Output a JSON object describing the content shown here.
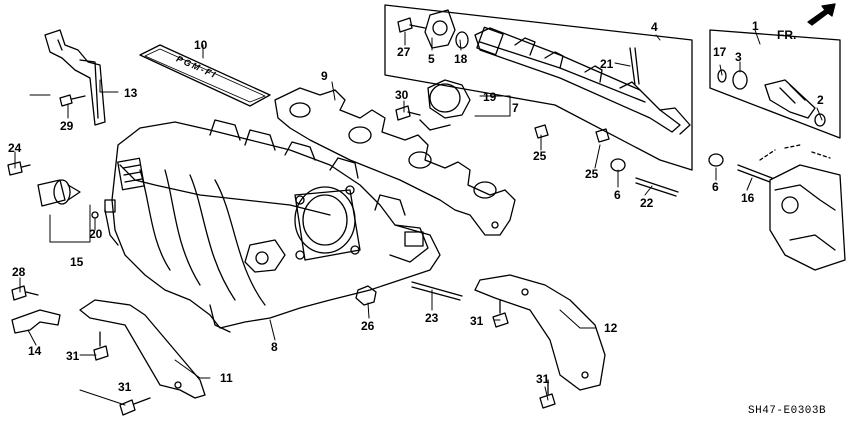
{
  "diagram": {
    "code": "SH47-E0303B",
    "direction_label": "FR.",
    "badge_text": "PGM-FI",
    "callouts": {
      "c1": "1",
      "c2": "2",
      "c3": "3",
      "c4": "4",
      "c5": "5",
      "c6a": "6",
      "c6b": "6",
      "c7": "7",
      "c8": "8",
      "c9": "9",
      "c10": "10",
      "c11": "11",
      "c12": "12",
      "c13": "13",
      "c14": "14",
      "c15": "15",
      "c16": "16",
      "c17": "17",
      "c18": "18",
      "c19": "19",
      "c20": "20",
      "c21": "21",
      "c22": "22",
      "c23": "23",
      "c24": "24",
      "c25a": "25",
      "c25b": "25",
      "c26": "26",
      "c27": "27",
      "c28": "28",
      "c29": "29",
      "c30": "30",
      "c31a": "31",
      "c31b": "31",
      "c31c": "31",
      "c31d": "31"
    }
  }
}
